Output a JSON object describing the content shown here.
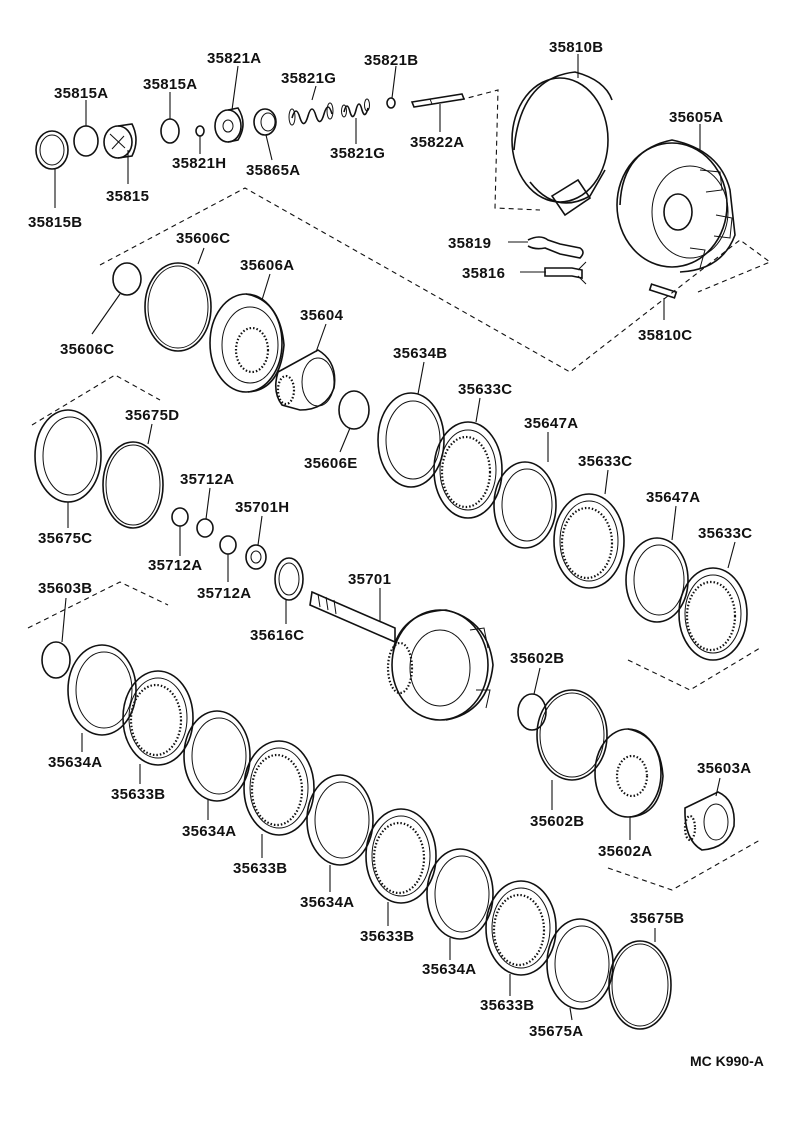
{
  "diagram": {
    "code": "MC K990-A",
    "labels": [
      "35815A",
      "35815A",
      "35821A",
      "35821G",
      "35821B",
      "35810B",
      "35815B",
      "35815",
      "35821H",
      "35865A",
      "35821G",
      "35822A",
      "35605A",
      "35606C",
      "35606A",
      "35819",
      "35816",
      "35810C",
      "35606C",
      "35604",
      "35634B",
      "35633C",
      "35606E",
      "35675D",
      "35647A",
      "35633C",
      "35712A",
      "35701H",
      "35647A",
      "35633C",
      "35675C",
      "35712A",
      "35712A",
      "35616C",
      "35603B",
      "35701",
      "35602B",
      "35603A",
      "35634A",
      "35633B",
      "35634A",
      "35602B",
      "35602A",
      "35633B",
      "35634A",
      "35633B",
      "35634A",
      "35633B",
      "35675B",
      "35675A"
    ]
  }
}
